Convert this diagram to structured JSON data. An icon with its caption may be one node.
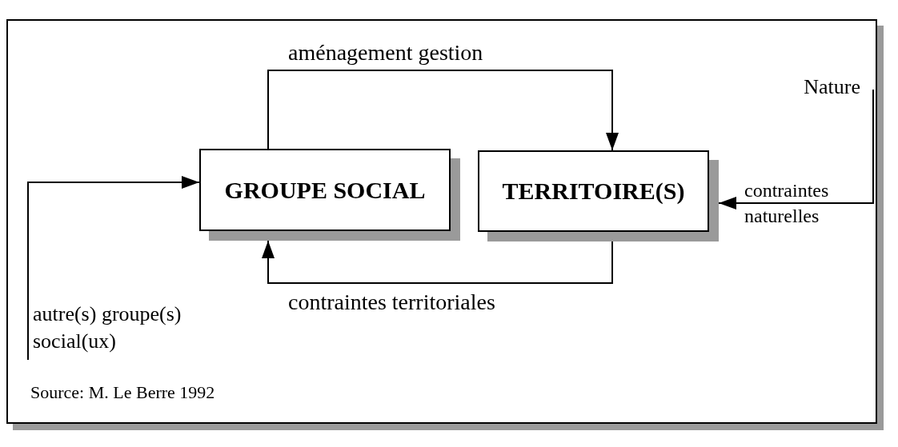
{
  "diagram": {
    "nodes": [
      {
        "text": [
          "GROUPE SOCIAL"
        ]
      },
      {
        "text": [
          "TERRITOIRE(S)"
        ]
      },
      {
        "text": [
          "Nature"
        ]
      },
      {
        "text": [
          "autre(s) groupe(s) social(ux)"
        ]
      }
    ],
    "edges": [
      {
        "from": 0,
        "to": 1,
        "arrow": "to",
        "label": "aménagement gestion"
      },
      {
        "from": 1,
        "to": 0,
        "arrow": "to",
        "label": "contraintes territoriales"
      },
      {
        "from": 2,
        "to": 1,
        "arrow": "to",
        "label": "contraintes naturelles"
      },
      {
        "from": 3,
        "to": 0,
        "arrow": "to"
      }
    ],
    "labels": [
      "Source: M. Le Berre 1992"
    ]
  }
}
